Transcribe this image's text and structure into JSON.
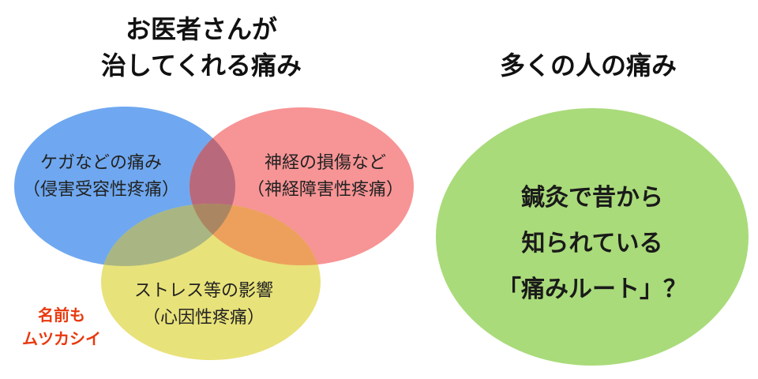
{
  "left_title": {
    "line1": "お医者さんが",
    "line2": "治してくれる痛み"
  },
  "right_title": "多くの人の痛み",
  "venn": {
    "injury": {
      "name": "ケガなどの痛み",
      "term": "（侵害受容性疼痛）",
      "color": "#6fa8f0"
    },
    "nerve": {
      "name": "神経の損傷など",
      "term": "（神経障害性疼痛）",
      "color": "#f79495"
    },
    "stress": {
      "name": "ストレス等の影響",
      "term": "（心因性疼痛）",
      "color": "#e8e27a"
    },
    "overlap_colors": {
      "injury_nerve": "#b9697c",
      "injury_stress": "#a9b683",
      "nerve_stress": "#eda05c",
      "center": "#aa8762"
    }
  },
  "side_note": {
    "line1": "名前も",
    "line2": "ムツカシイ",
    "color": "#e8390e"
  },
  "route_circle": {
    "line1": "鍼灸で昔から",
    "line2": "知られている",
    "line3": "「痛みルート」？",
    "color": "#a9db7a"
  }
}
